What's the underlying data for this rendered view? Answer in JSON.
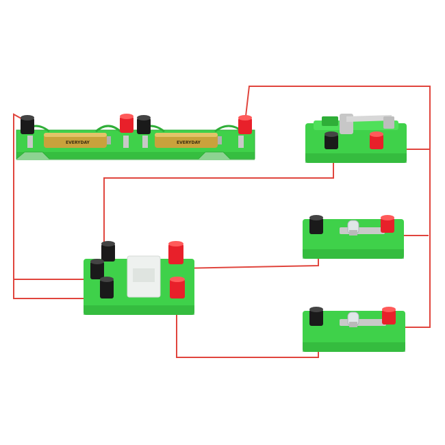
{
  "scene": {
    "battery_box": {
      "cell_1_text": "EVERYDAY",
      "cell_2_text": "EVERYDAY",
      "cell_count": 2
    },
    "knife_switch": {
      "state": "open"
    },
    "bulb_holders": {
      "count": 2
    },
    "switch_box": {
      "connector_count": 3
    },
    "colors": {
      "board": "#3fd14a",
      "board_shadow": "#2fae38",
      "wire": "#e0443c",
      "terminal_red": "#e8202a",
      "terminal_black": "#1a1a1a",
      "battery_gold": "#c9a23c"
    }
  }
}
